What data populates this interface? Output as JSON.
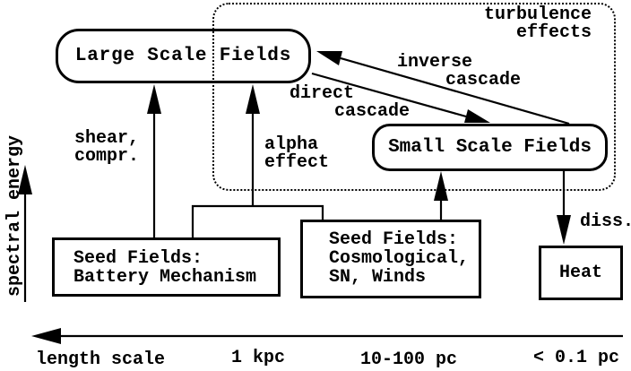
{
  "diagram": {
    "background": "#ffffff",
    "ink": "#000000",
    "turbulence_region": {
      "line1": "turbulence",
      "line2": "effects"
    },
    "nodes": {
      "large_scale": {
        "label": "Large Scale Fields"
      },
      "small_scale": {
        "label": "Small Scale Fields"
      },
      "seed_battery": {
        "line1": "Seed Fields:",
        "line2": "Battery Mechanism"
      },
      "seed_cosmo": {
        "line1": "Seed Fields:",
        "line2": "Cosmological,",
        "line3": "SN, Winds"
      },
      "heat": {
        "label": "Heat"
      }
    },
    "edges": {
      "shear": {
        "line1": "shear,",
        "line2": "compr."
      },
      "alpha": {
        "line1": "alpha",
        "line2": "effect"
      },
      "inverse_cascade": {
        "line1": "inverse",
        "line2": "cascade"
      },
      "direct_cascade": {
        "line1": "direct",
        "line2": "cascade"
      },
      "dissipation": {
        "label": "diss."
      }
    },
    "axes": {
      "y_label": "spectral energy",
      "x_label": "length scale",
      "x_ticks": [
        "1 kpc",
        "10-100 pc",
        "< 0.1 pc"
      ]
    }
  }
}
